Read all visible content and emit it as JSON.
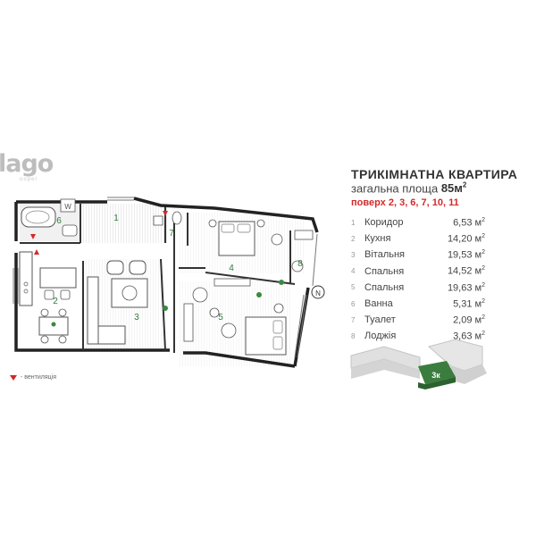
{
  "brand": {
    "name": "lago",
    "sub": "ooper"
  },
  "legend": {
    "ventilation": "- вентиляція"
  },
  "apartment": {
    "title": "ТРИКІМНАТНА КВАРТИРА",
    "area_label": "загальна площа",
    "area_value": "85м",
    "area_sup": "2",
    "floors": "поверх 2, 3, 6, 7, 10, 11",
    "rooms": [
      {
        "num": "1",
        "name": "Коридор",
        "area": "6,53 м",
        "sup": "2"
      },
      {
        "num": "2",
        "name": "Кухня",
        "area": "14,20 м",
        "sup": "2"
      },
      {
        "num": "3",
        "name": "Вітальня",
        "area": "19,53 м",
        "sup": "2"
      },
      {
        "num": "4",
        "name": "Спальня",
        "area": "14,52 м",
        "sup": "2"
      },
      {
        "num": "5",
        "name": "Спальня",
        "area": "19,63 м",
        "sup": "2"
      },
      {
        "num": "6",
        "name": "Ванна",
        "area": "5,31 м",
        "sup": "2"
      },
      {
        "num": "7",
        "name": "Туалет",
        "area": "2,09 м",
        "sup": "2"
      },
      {
        "num": "8",
        "name": "Лоджія",
        "area": "3,63 м",
        "sup": "2"
      }
    ]
  },
  "plan": {
    "room_numbers": [
      "1",
      "2",
      "3",
      "4",
      "5",
      "6",
      "7",
      "8"
    ],
    "washer_label": "W",
    "compass_label": "N",
    "building_label": "3к",
    "colors": {
      "room_number": "#2f7d3a",
      "building_highlight": "#3b7d3e",
      "accent_red": "#d42a2a"
    }
  }
}
